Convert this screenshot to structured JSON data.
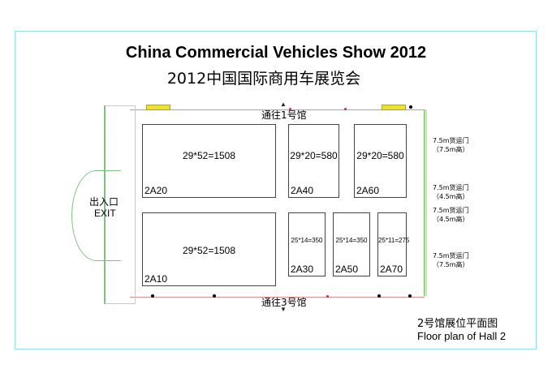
{
  "title_en": "China Commercial Vehicles Show 2012",
  "title_cn": "2012中国国际商用车展览会",
  "top_passage": "通往1号馆",
  "bottom_passage": "通往3号馆",
  "exit_cn": "出入口",
  "exit_en": "EXIT",
  "booths": [
    {
      "id": "2A20",
      "dims": "29*52=1508"
    },
    {
      "id": "2A40",
      "dims": "29*20=580"
    },
    {
      "id": "2A60",
      "dims": "29*20=580"
    },
    {
      "id": "2A10",
      "dims": "29*52=1508"
    },
    {
      "id": "2A30",
      "dims": "25*14=350"
    },
    {
      "id": "2A50",
      "dims": "25*14=350"
    },
    {
      "id": "2A70",
      "dims": "25*11=275"
    }
  ],
  "doors": [
    {
      "name": "7.5m货运门",
      "height": "（7.5m高）"
    },
    {
      "name": "7.5m货运门",
      "height": "（4.5m高）"
    },
    {
      "name": "7.5m货运门",
      "height": "（4.5m高）"
    },
    {
      "name": "7.5m货运门",
      "height": "（7.5m高）"
    }
  ],
  "caption_cn": "2号馆展位平面图",
  "caption_en": "Floor plan of Hall 2",
  "colors": {
    "frame": "#8fe3e3",
    "wall": "#e28c8c",
    "door": "#7fc27f",
    "yellow_marker": "#f0e030"
  }
}
